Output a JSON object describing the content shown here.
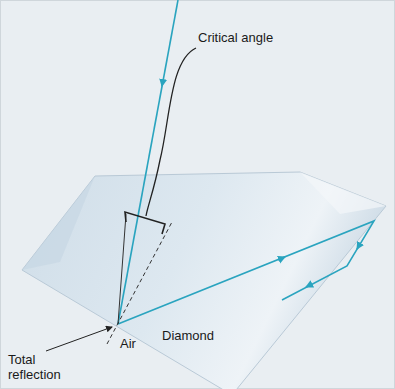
{
  "diagram": {
    "labels": [
      "Critical angle",
      "Air",
      "Diamond",
      "Total reflection"
    ]
  }
}
